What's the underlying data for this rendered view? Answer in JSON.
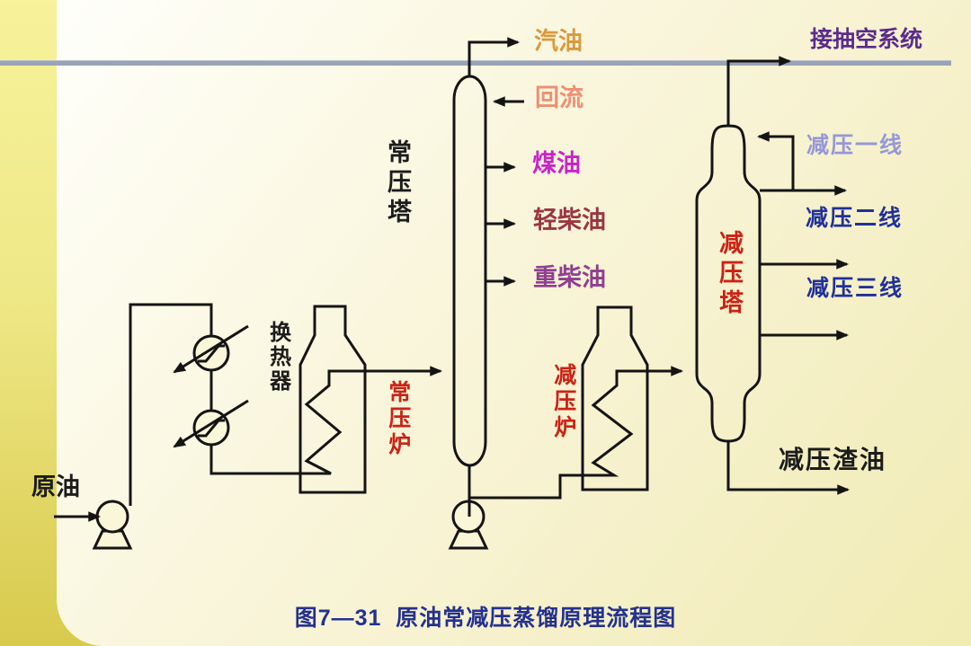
{
  "caption": "图7—31  原油常减压蒸馏原理流程图",
  "atmospheric_section": {
    "tower_label": "常压塔",
    "furnace_label": "常压炉",
    "heat_exchanger_label": "换热器",
    "feed_label": "原油",
    "products": {
      "gasoline": "汽油",
      "reflux": "回流",
      "kerosene": "煤油",
      "light_diesel": "轻柴油",
      "heavy_diesel": "重柴油"
    }
  },
  "vacuum_section": {
    "tower_label": "减压塔",
    "furnace_label": "减压炉",
    "products": {
      "to_ejector": "接抽空系统",
      "line1": "减压一线",
      "line2": "减压二线",
      "line3": "减压三线",
      "residue": "减压渣油"
    }
  },
  "colors": {
    "gasoline": "#d89a3e",
    "reflux": "#ef8f72",
    "kerosene": "#c824c8",
    "light_diesel": "#9a3640",
    "heavy_diesel": "#8f3f8f",
    "to_ejector": "#5b2b8d",
    "vacuum_line1": "#9697d8",
    "vacuum_line2": "#20309a",
    "vacuum_line3": "#20309a",
    "red_label": "#cc2214",
    "black_label": "#1c1c1c",
    "caption": "#24318f",
    "pipe_line": "#141414",
    "divider_line": "#9aa3b5"
  }
}
